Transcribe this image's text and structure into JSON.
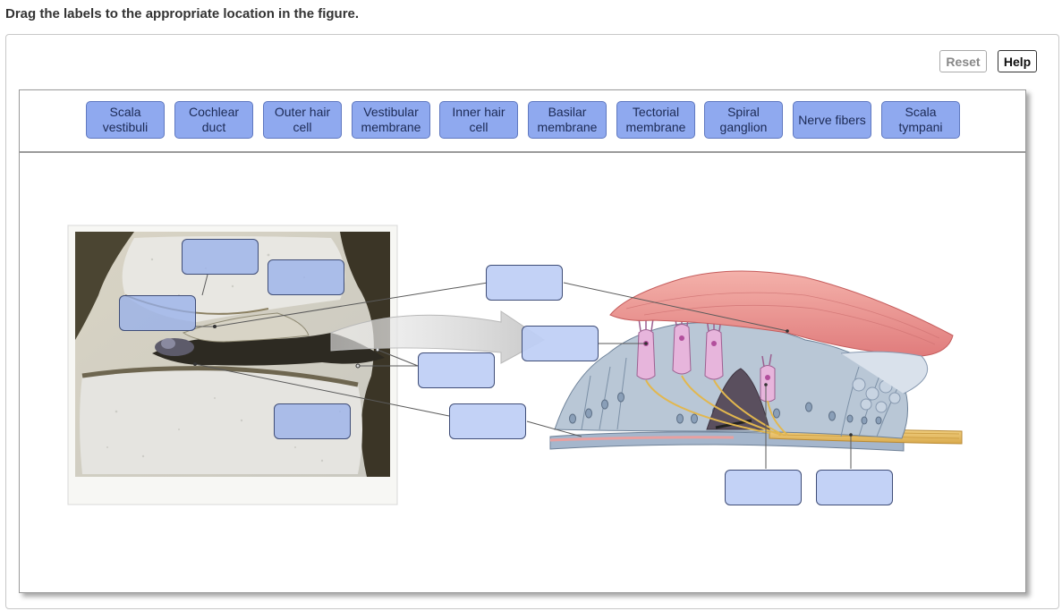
{
  "instructions": "Drag the labels to the appropriate location in the figure.",
  "toolbar": {
    "reset_label": "Reset",
    "help_label": "Help"
  },
  "labels": [
    {
      "line1": "Scala",
      "line2": "vestibuli"
    },
    {
      "line1": "Cochlear",
      "line2": "duct"
    },
    {
      "line1": "Outer hair",
      "line2": "cell"
    },
    {
      "line1": "Vestibular",
      "line2": "membrane"
    },
    {
      "line1": "Inner hair",
      "line2": "cell"
    },
    {
      "line1": "Basilar",
      "line2": "membrane"
    },
    {
      "line1": "Tectorial",
      "line2": "membrane"
    },
    {
      "line1": "Spiral",
      "line2": "ganglion"
    },
    {
      "line1": "Nerve fibers",
      "line2": ""
    },
    {
      "line1": "Scala",
      "line2": "tympani"
    }
  ],
  "colors": {
    "chip_fill": "#8fa9ef",
    "drop_fill": "#becef5",
    "tectorial": "#e98b8b",
    "hair_cell": "#e7b5dc",
    "support_cells": "#b9c7d6",
    "nerve": "#e8c06a"
  }
}
